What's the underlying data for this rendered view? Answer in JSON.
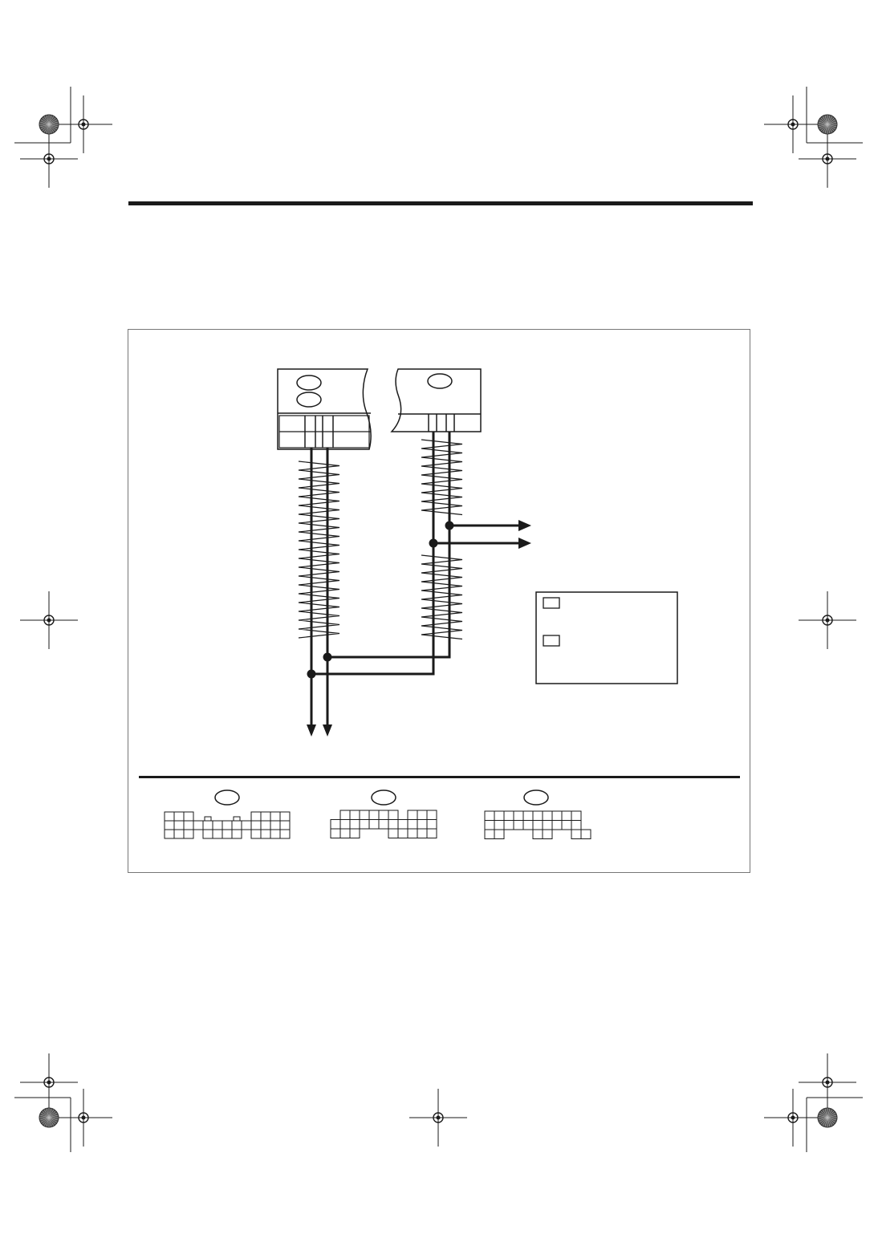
{
  "colors": {
    "ink": "#1a1a1a",
    "paper": "#ffffff",
    "mark_fill": "#444444",
    "frame": "#777777"
  },
  "diagram": {
    "connectors": [
      {
        "id": "left",
        "callouts": 2
      },
      {
        "id": "right",
        "callouts": 1
      }
    ],
    "legend": {
      "swatches": 2
    },
    "connector_faces": 3
  }
}
